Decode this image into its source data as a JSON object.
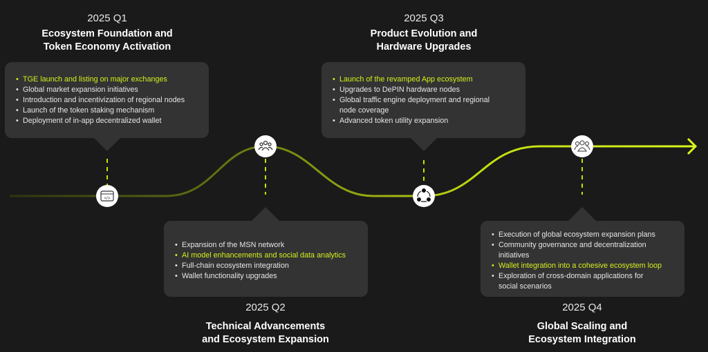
{
  "colors": {
    "accent": "#d4ef1c",
    "box": "#333333",
    "bg": "#1a1a1a"
  },
  "phases": [
    {
      "quarter": "2025 Q1",
      "title1": "Ecosystem Foundation and",
      "title2": "Token Economy Activation",
      "icon": "code-window-icon",
      "items": [
        {
          "text": "TGE launch and listing on major exchanges",
          "hl": true
        },
        {
          "text": "Global market expansion initiatives"
        },
        {
          "text": "Introduction and incentivization of regional nodes"
        },
        {
          "text": "Launch of the token staking mechanism"
        },
        {
          "text": "Deployment of in-app decentralized wallet"
        }
      ]
    },
    {
      "quarter": "2025 Q2",
      "title1": "Technical Advancements",
      "title2": "and Ecosystem Expansion",
      "icon": "people-network-icon",
      "items": [
        {
          "text": "Expansion of the MSN network"
        },
        {
          "text": "AI model enhancements and social data analytics",
          "hl": true
        },
        {
          "text": "Full-chain ecosystem integration"
        },
        {
          "text": "Wallet functionality upgrades"
        }
      ]
    },
    {
      "quarter": "2025 Q3",
      "title1": "Product Evolution and",
      "title2": "Hardware Upgrades",
      "icon": "network-cycle-icon",
      "items": [
        {
          "text": "Launch of the revamped App ecosystem",
          "hl": true
        },
        {
          "text": "Upgrades to DePIN hardware nodes"
        },
        {
          "text": "Global traffic engine deployment and regional"
        },
        {
          "text": "node coverage",
          "cont": true
        },
        {
          "text": "Advanced token utility expansion"
        }
      ]
    },
    {
      "quarter": "2025 Q4",
      "title1": "Global Scaling and",
      "title2": "Ecosystem Integration",
      "icon": "community-icon",
      "items": [
        {
          "text": "Execution of global ecosystem expansion plans"
        },
        {
          "text": "Community governance and decentralization"
        },
        {
          "text": "initiatives",
          "cont": true
        },
        {
          "text": "Wallet integration into a cohesive ecosystem loop",
          "hl": true
        },
        {
          "text": "Exploration of cross-domain applications for"
        },
        {
          "text": "social scenarios",
          "cont": true
        }
      ]
    }
  ]
}
